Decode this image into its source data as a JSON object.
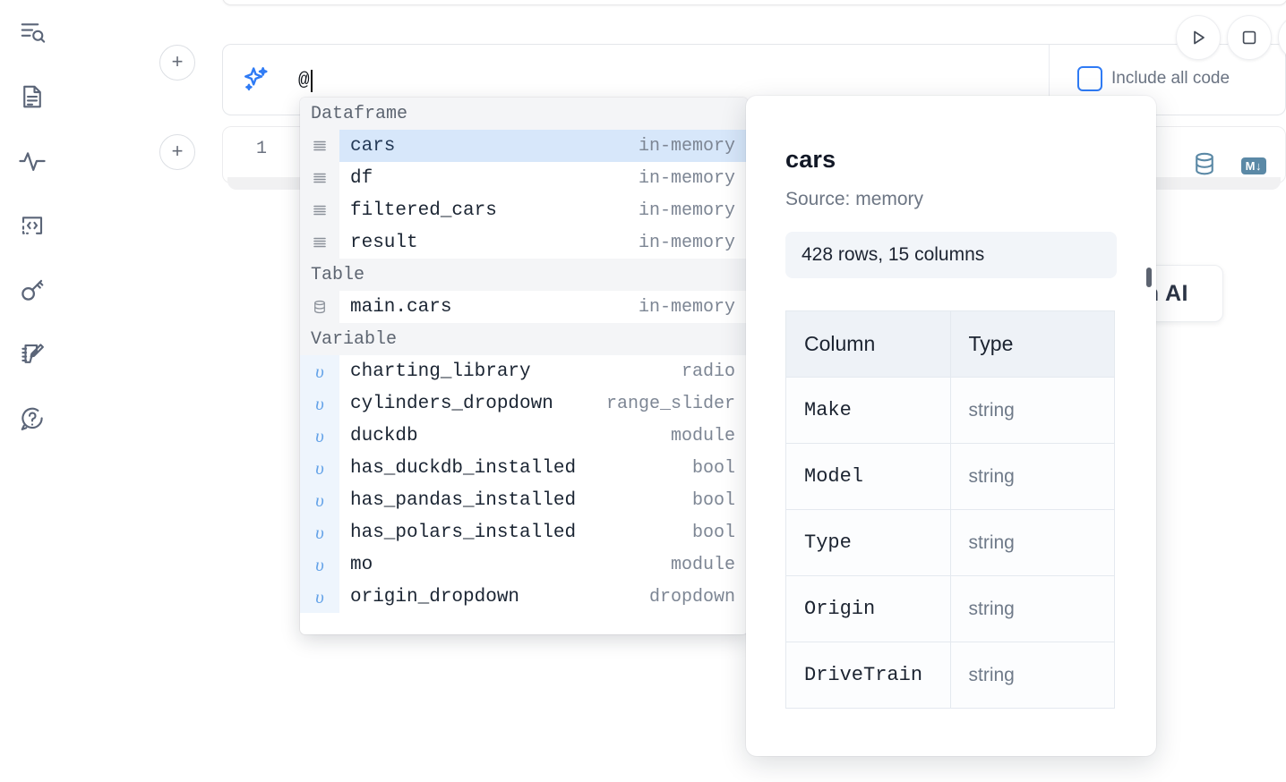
{
  "app": {
    "sidebar": {
      "items": [
        {
          "name": "outline-search-icon",
          "label": "Explore"
        },
        {
          "name": "file-text-icon",
          "label": "Notebook files"
        },
        {
          "name": "activity-pulse-icon",
          "label": "Variables"
        },
        {
          "name": "code-brackets-icon",
          "label": "Snippets"
        },
        {
          "name": "key-icon",
          "label": "Secrets"
        },
        {
          "name": "notebook-pencil-icon",
          "label": "Scratchpad"
        },
        {
          "name": "help-chat-icon",
          "label": "Help"
        }
      ]
    }
  },
  "toolbar": {
    "run_button_label": "Run",
    "stop_button_label": "Stop",
    "include_all_code_label": "Include all code",
    "include_all_code_checked": false,
    "add_cell_label": "+",
    "accent_color": "#2f7bf5"
  },
  "ai_prompt": {
    "value": "@",
    "icon": "sparkles-icon"
  },
  "cell": {
    "line_number": "1",
    "database_icon": "database-icon",
    "markdown_badge": "M↓"
  },
  "ai_chip": {
    "label": "h AI"
  },
  "autocomplete": {
    "sections": [
      {
        "title": "Dataframe",
        "icon": "dataframe-icon",
        "gutter_kind": "plain",
        "items": [
          {
            "name": "cars",
            "meta": "in-memory",
            "selected": true
          },
          {
            "name": "df",
            "meta": "in-memory",
            "selected": false
          },
          {
            "name": "filtered_cars",
            "meta": "in-memory",
            "selected": false
          },
          {
            "name": "result",
            "meta": "in-memory",
            "selected": false
          }
        ]
      },
      {
        "title": "Table",
        "icon": "database-icon",
        "gutter_kind": "plain",
        "items": [
          {
            "name": "main.cars",
            "meta": "in-memory",
            "selected": false
          }
        ]
      },
      {
        "title": "Variable",
        "icon": "variable-icon",
        "gutter_kind": "variable",
        "items": [
          {
            "name": "charting_library",
            "meta": "radio",
            "selected": false
          },
          {
            "name": "cylinders_dropdown",
            "meta": "range_slider",
            "selected": false
          },
          {
            "name": "duckdb",
            "meta": "module",
            "selected": false
          },
          {
            "name": "has_duckdb_installed",
            "meta": "bool",
            "selected": false
          },
          {
            "name": "has_pandas_installed",
            "meta": "bool",
            "selected": false
          },
          {
            "name": "has_polars_installed",
            "meta": "bool",
            "selected": false
          },
          {
            "name": "mo",
            "meta": "module",
            "selected": false
          },
          {
            "name": "origin_dropdown",
            "meta": "dropdown",
            "selected": false
          }
        ]
      }
    ]
  },
  "docs": {
    "title": "cars",
    "source": "Source: memory",
    "shape": "428 rows, 15 columns",
    "table": {
      "headers": [
        "Column",
        "Type"
      ],
      "rows": [
        [
          "Make",
          "string"
        ],
        [
          "Model",
          "string"
        ],
        [
          "Type",
          "string"
        ],
        [
          "Origin",
          "string"
        ],
        [
          "DriveTrain",
          "string"
        ]
      ]
    }
  }
}
